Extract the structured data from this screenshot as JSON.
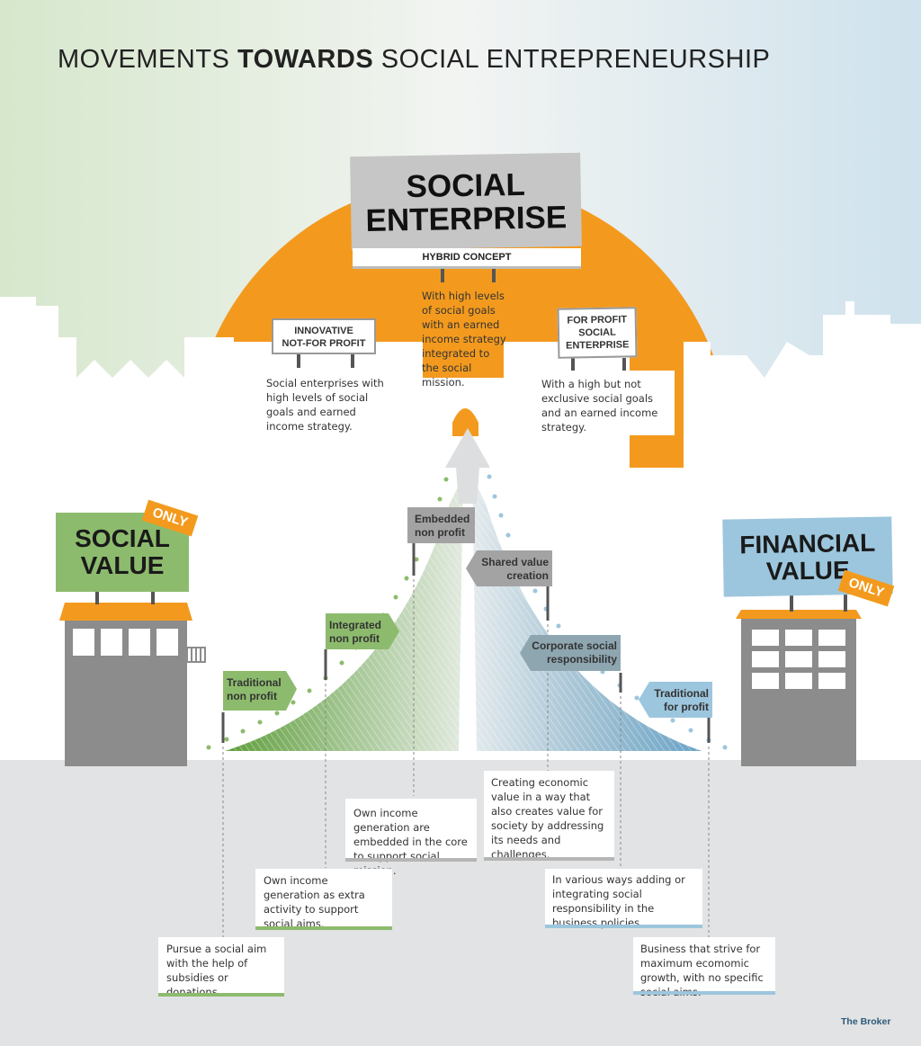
{
  "title": {
    "pre": "MOVEMENTS ",
    "bold": "TOWARDS",
    "post": " SOCIAL ENTREPRENEURSHIP"
  },
  "social_enterprise": {
    "line1": "SOCIAL",
    "line2": "ENTERPRISE",
    "sub": "HYBRID CONCEPT",
    "text": "With high levels of social goals with an earned income strategy integrated to the social mission."
  },
  "innovative": {
    "line1": "INNOVATIVE",
    "line2": "NOT-FOR PROFIT",
    "text": "Social enterprises with high levels of social goals and earned income strategy."
  },
  "for_profit_se": {
    "line1": "FOR PROFIT",
    "line2": "SOCIAL",
    "line3": "ENTERPRISE",
    "text": "With a high but not exclusive social goals and an earned income strategy."
  },
  "social_value": {
    "line1": "SOCIAL",
    "line2": "VALUE",
    "badge": "ONLY"
  },
  "financial_value": {
    "line1": "FINANCIAL",
    "line2": "VALUE",
    "badge": "ONLY"
  },
  "flags": {
    "traditional_np": {
      "l1": "Traditional",
      "l2": "non profit"
    },
    "integrated_np": {
      "l1": "Integrated",
      "l2": "non profit"
    },
    "embedded_np": {
      "l1": "Embedded",
      "l2": "non profit"
    },
    "shared_value": {
      "l1": "Shared value",
      "l2": "creation"
    },
    "csr": {
      "l1": "Corporate social",
      "l2": "responsibility"
    },
    "traditional_fp": {
      "l1": "Traditional",
      "l2": "for profit"
    }
  },
  "descriptions": {
    "traditional_np": "Pursue a social aim with the help of subsidies or donations.",
    "integrated_np": "Own income generation as extra activity to support social aims.",
    "embedded_np": "Own income generation are embedded in the core to support social mission.",
    "shared_value": "Creating economic value in a way that also creates value for society by addressing its needs and challenges.",
    "csr": "In various ways adding or integrating social responsibility in the business policies.",
    "traditional_fp": "Business that strive for maximum ecomomic growth, with no specific social aims."
  },
  "credit": "The Broker",
  "colors": {
    "orange": "#f39a1e",
    "green": "#8dbb6d",
    "blue": "#9cc6dd",
    "gray": "#8c8c8c",
    "slate": "#8ea6b0"
  }
}
